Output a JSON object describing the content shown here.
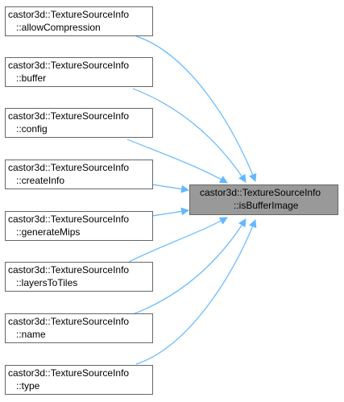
{
  "target": {
    "line1": "castor3d::TextureSourceInfo",
    "line2": "::isBufferImage"
  },
  "callers": [
    {
      "line1": "castor3d::TextureSourceInfo",
      "line2": "::allowCompression"
    },
    {
      "line1": "castor3d::TextureSourceInfo",
      "line2": "::buffer"
    },
    {
      "line1": "castor3d::TextureSourceInfo",
      "line2": "::config"
    },
    {
      "line1": "castor3d::TextureSourceInfo",
      "line2": "::createInfo"
    },
    {
      "line1": "castor3d::TextureSourceInfo",
      "line2": "::generateMips"
    },
    {
      "line1": "castor3d::TextureSourceInfo",
      "line2": "::layersToTiles"
    },
    {
      "line1": "castor3d::TextureSourceInfo",
      "line2": "::name"
    },
    {
      "line1": "castor3d::TextureSourceInfo",
      "line2": "::type"
    }
  ],
  "colors": {
    "edge": "#63b8ff",
    "target_fill": "#999999",
    "node_border": "#666666"
  }
}
